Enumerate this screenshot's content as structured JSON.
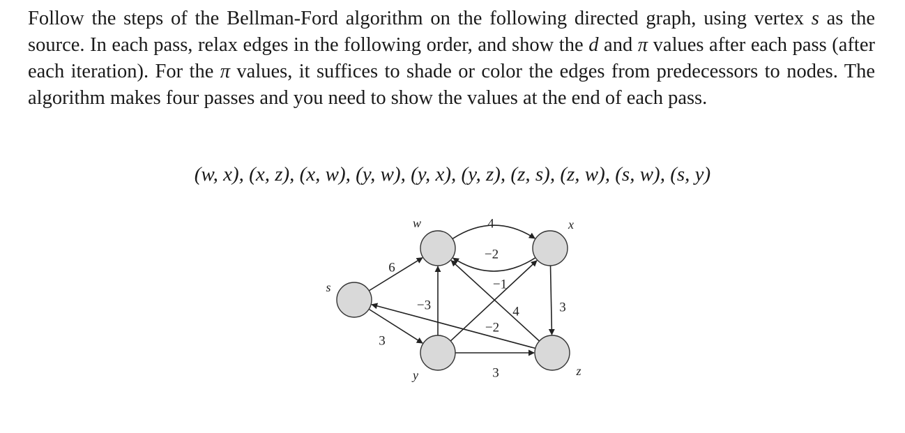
{
  "problem": {
    "p1": "Follow the steps of the Bellman-Ford algorithm on the following directed graph, using vertex ",
    "source": "s",
    "p2": " as the source. In each pass, relax edges in the following order, and show the ",
    "d": "d",
    "p3": " and ",
    "pi1": "π",
    "p4": " values after each pass (after each iteration). For the ",
    "pi2": "π",
    "p5": " values, it suffices to shade or color the edges from predecessors to nodes. The algorithm makes four passes and you need to show the values at the end of each pass."
  },
  "edge_order": "(w, x), (x, z), (x, w), (y, w), (y, x), (y, z), (z, s), (z, w), (s, w), (s, y)",
  "graph": {
    "nodes": [
      "s",
      "w",
      "x",
      "y",
      "z"
    ],
    "edges": [
      {
        "from": "s",
        "to": "w",
        "weight": "6"
      },
      {
        "from": "s",
        "to": "y",
        "weight": "3"
      },
      {
        "from": "w",
        "to": "x",
        "weight": "4"
      },
      {
        "from": "x",
        "to": "w",
        "weight": "−2"
      },
      {
        "from": "x",
        "to": "z",
        "weight": "3"
      },
      {
        "from": "y",
        "to": "w",
        "weight": "−3"
      },
      {
        "from": "y",
        "to": "x",
        "weight": "−1"
      },
      {
        "from": "y",
        "to": "z",
        "weight": "3"
      },
      {
        "from": "z",
        "to": "w",
        "weight": "4"
      },
      {
        "from": "z",
        "to": "s",
        "weight": "−2"
      }
    ]
  }
}
